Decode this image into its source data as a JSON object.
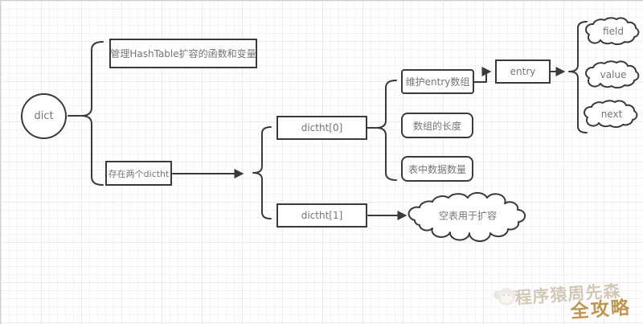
{
  "colors": {
    "stroke": "#3a3a3a",
    "box_text": "#757575",
    "grid_minor": "#f5f4f4",
    "grid_major": "#edecec",
    "background": "#ffffff",
    "watermark_author": "#d2c8b8",
    "watermark_badge": "#bf9550"
  },
  "diagram": {
    "dict_label": "dict",
    "manage_label": "管理HashTable扩容的函数和变量",
    "two_dictht_label": "存在两个dictht",
    "dictht0_label": "dictht[0]",
    "dictht1_label": "dictht[1]",
    "entry_array_label": "维护entry数组",
    "array_length_label": "数组的长度",
    "data_count_label": "表中数据数量",
    "entry_label": "entry",
    "cloud_field_label": "field",
    "cloud_value_label": "value",
    "cloud_next_label": "next",
    "cloud_empty_label": "空表用于扩容"
  },
  "watermark": {
    "author": "程序猿周先森",
    "badge": "全攻略"
  }
}
